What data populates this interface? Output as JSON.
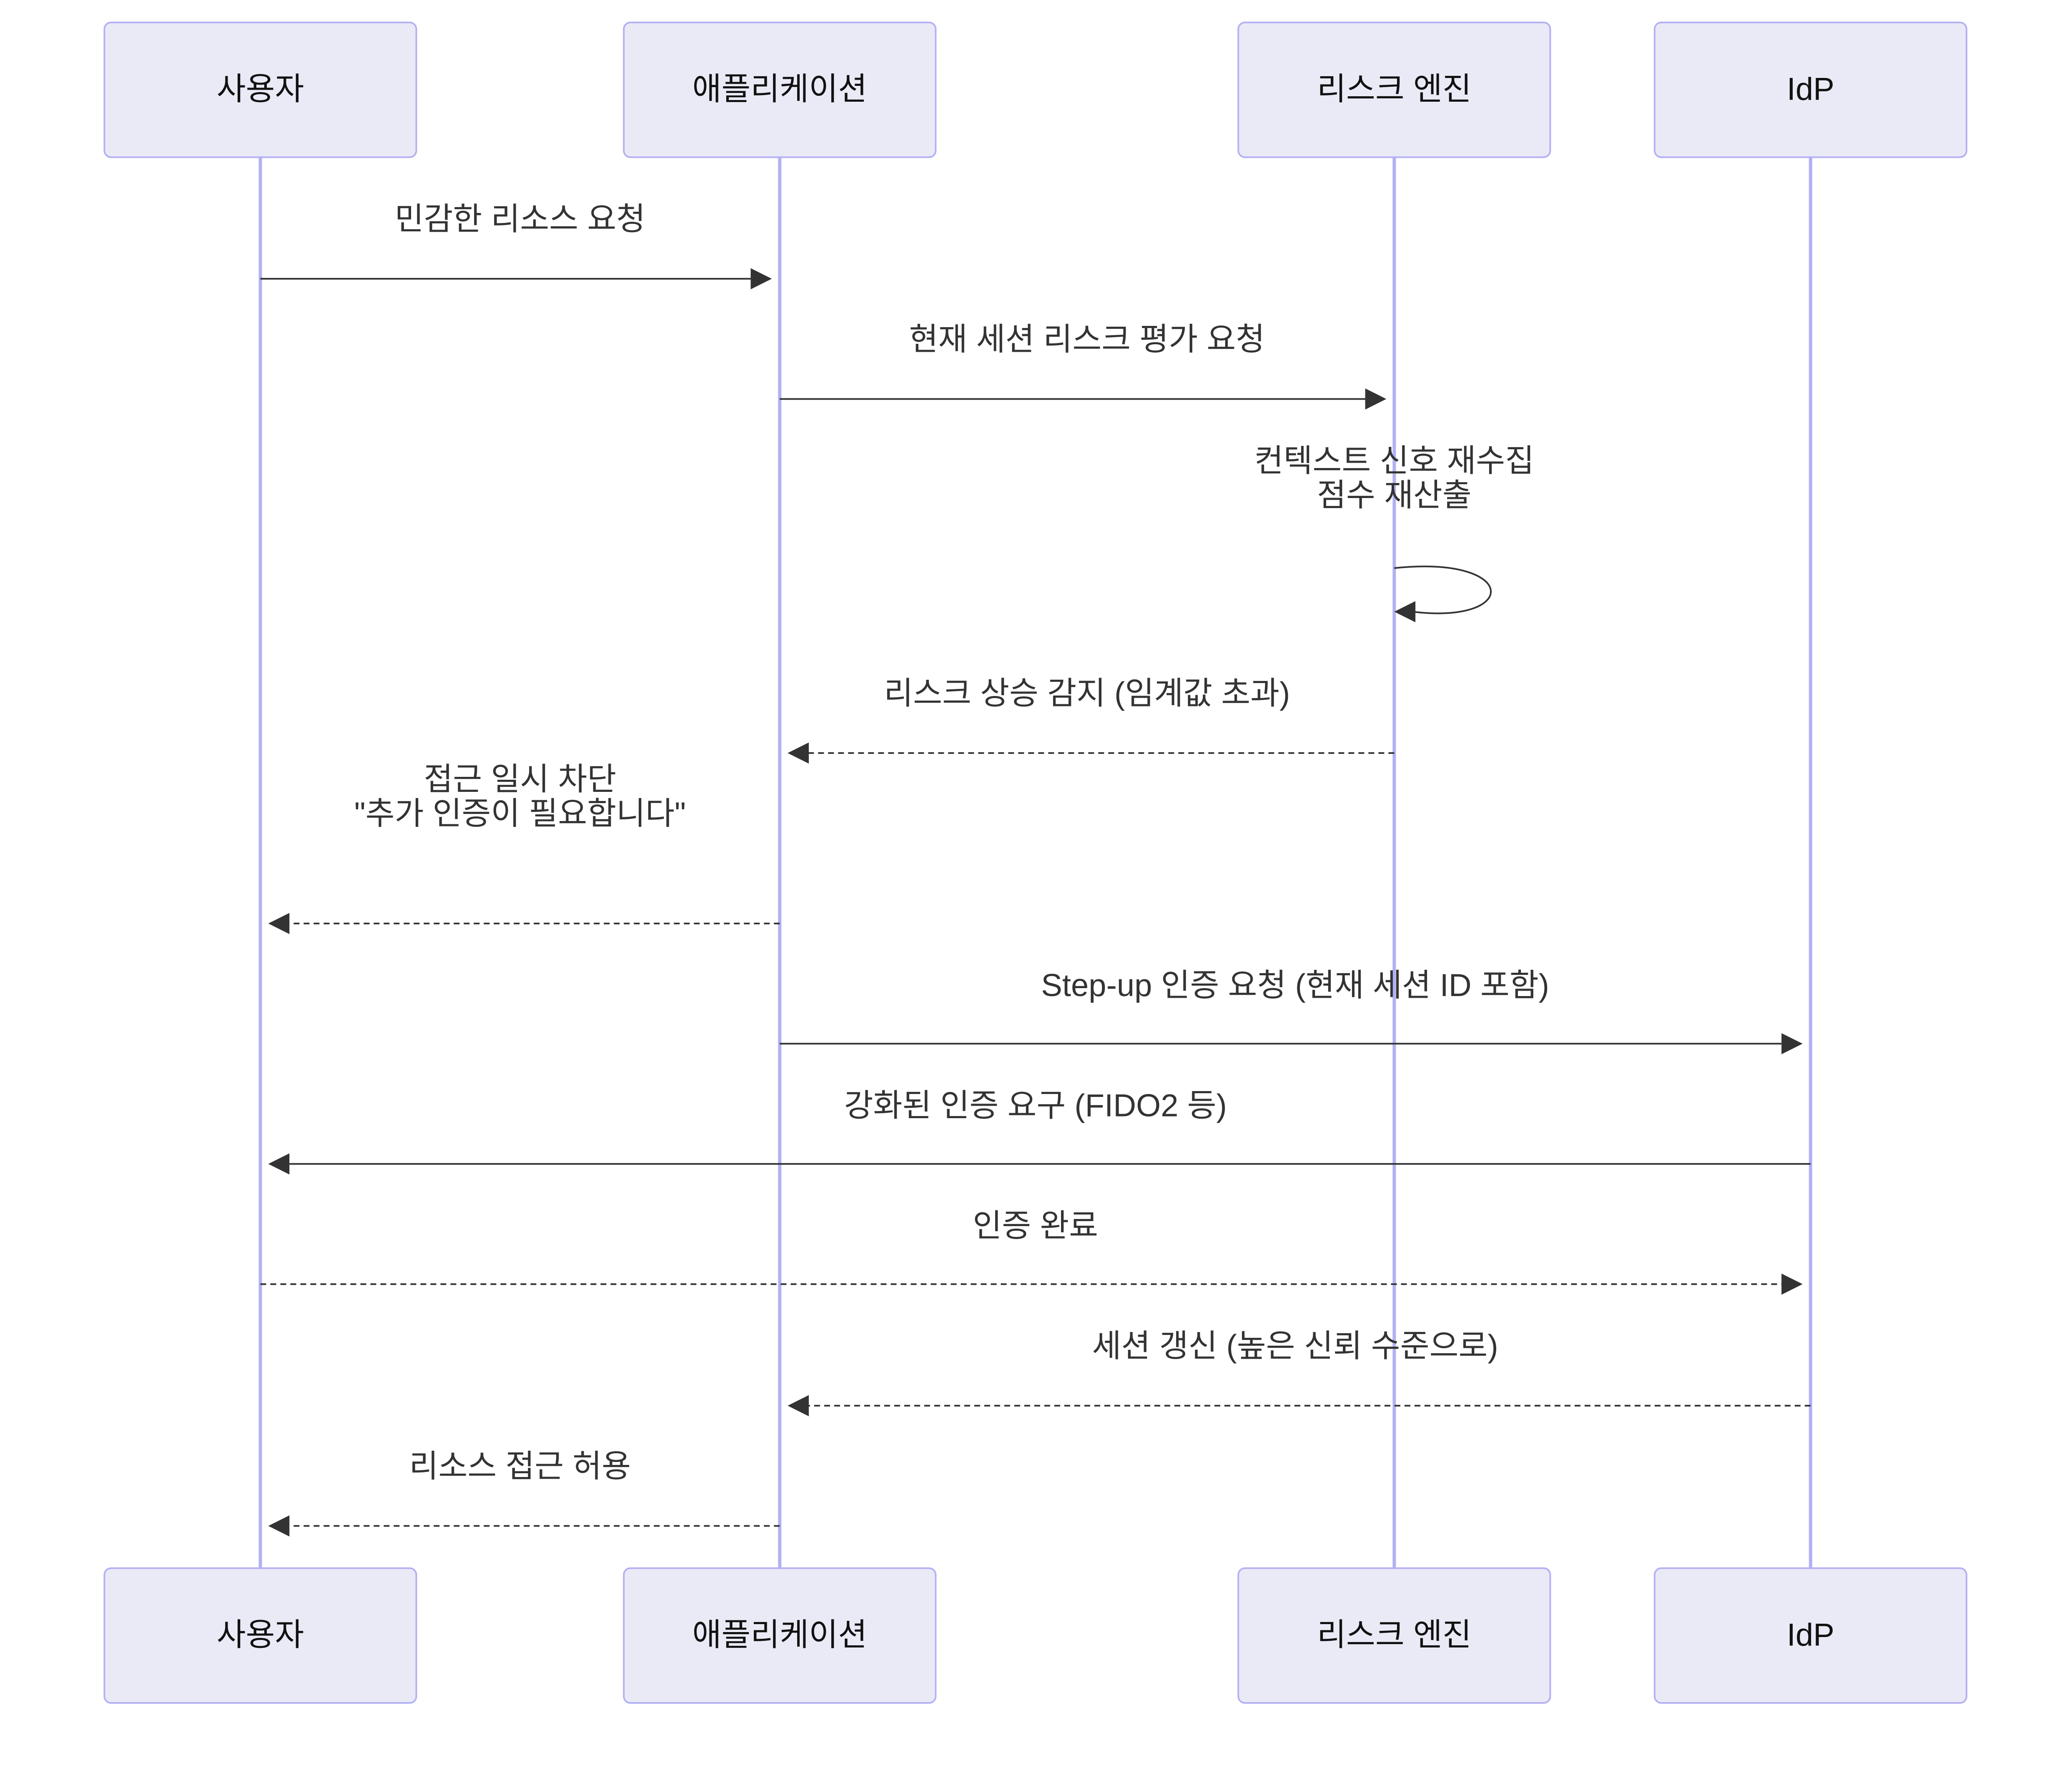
{
  "participants": [
    {
      "id": "user",
      "label": "사용자"
    },
    {
      "id": "app",
      "label": "애플리케이션"
    },
    {
      "id": "risk",
      "label": "리스크 엔진"
    },
    {
      "id": "idp",
      "label": "IdP"
    }
  ],
  "messages": [
    {
      "from": "user",
      "to": "app",
      "style": "solid",
      "lines": [
        "민감한 리소스 요청"
      ]
    },
    {
      "from": "app",
      "to": "risk",
      "style": "solid",
      "lines": [
        "현재 세션 리스크 평가 요청"
      ]
    },
    {
      "from": "risk",
      "to": "risk",
      "style": "solid",
      "lines": [
        "컨텍스트 신호 재수집",
        "점수 재산출"
      ]
    },
    {
      "from": "risk",
      "to": "app",
      "style": "dashed",
      "lines": [
        "리스크 상승 감지 (임계값 초과)"
      ]
    },
    {
      "from": "app",
      "to": "user",
      "style": "dashed",
      "lines": [
        "접근 일시 차단",
        "\"추가 인증이 필요합니다\""
      ]
    },
    {
      "from": "app",
      "to": "idp",
      "style": "solid",
      "lines": [
        "Step-up 인증 요청 (현재 세션 ID 포함)"
      ]
    },
    {
      "from": "idp",
      "to": "user",
      "style": "solid",
      "lines": [
        "강화된 인증 요구 (FIDO2 등)"
      ]
    },
    {
      "from": "user",
      "to": "idp",
      "style": "dashed",
      "lines": [
        "인증 완료"
      ]
    },
    {
      "from": "idp",
      "to": "app",
      "style": "dashed",
      "lines": [
        "세션 갱신 (높은 신뢰 수준으로)"
      ]
    },
    {
      "from": "app",
      "to": "user",
      "style": "dashed",
      "lines": [
        "리소스 접근 허용"
      ]
    }
  ]
}
